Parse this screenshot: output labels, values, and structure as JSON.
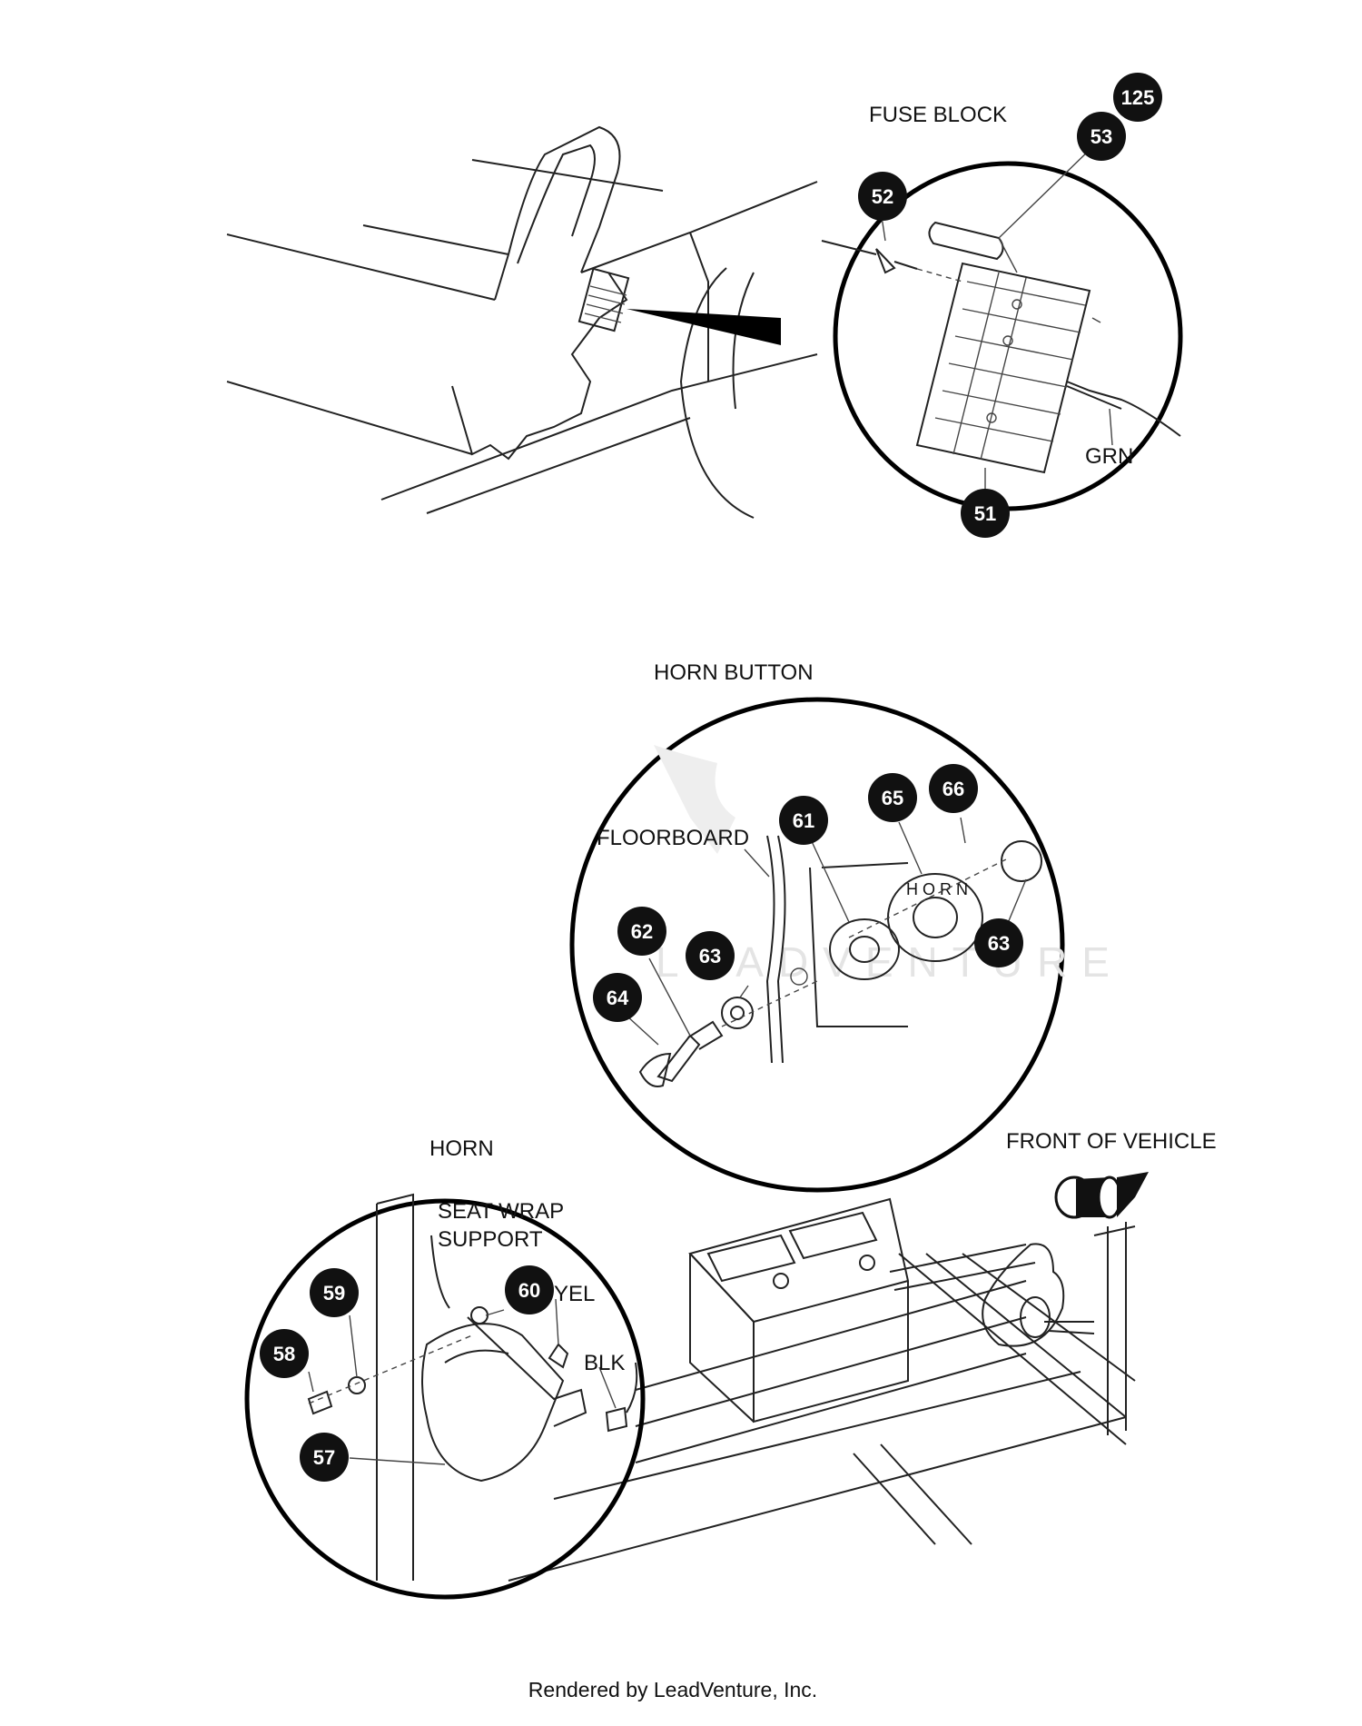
{
  "labels": {
    "fuse_block": "FUSE BLOCK",
    "grn": "GRN",
    "horn_button": "HORN BUTTON",
    "floorboard": "FLOORBOARD",
    "horn": "HORN",
    "front_of_vehicle": "FRONT OF VEHICLE",
    "seat_wrap": "SEAT WRAP",
    "support": "SUPPORT",
    "yel": "YEL",
    "blk": "BLK"
  },
  "callouts": {
    "c125": "125",
    "c53": "53",
    "c52": "52",
    "c51": "51",
    "c61": "61",
    "c65": "65",
    "c66": "66",
    "c62": "62",
    "c63a": "63",
    "c63b": "63",
    "c64": "64",
    "c59": "59",
    "c60": "60",
    "c58": "58",
    "c57": "57"
  },
  "watermark": "LEADVENTURE",
  "footer": "Rendered by LeadVenture, Inc."
}
